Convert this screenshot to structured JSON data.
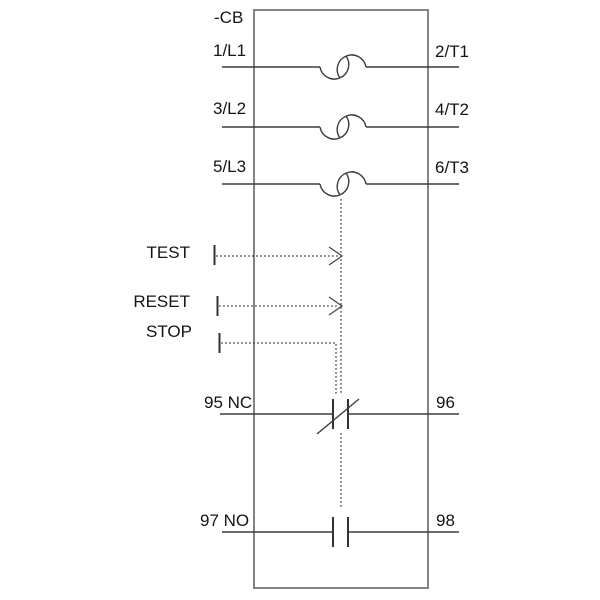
{
  "diagram": {
    "device_label": "-CB",
    "poles": [
      {
        "left_terminal": "1/L1",
        "right_terminal": "2/T1"
      },
      {
        "left_terminal": "3/L2",
        "right_terminal": "4/T2"
      },
      {
        "left_terminal": "5/L3",
        "right_terminal": "6/T3"
      }
    ],
    "actuators": [
      {
        "label": "TEST"
      },
      {
        "label": "RESET"
      },
      {
        "label": "STOP"
      }
    ],
    "aux_contacts": [
      {
        "left_terminal": "95 NC",
        "right_terminal": "96"
      },
      {
        "left_terminal": "97 NO",
        "right_terminal": "98"
      }
    ],
    "colors": {
      "background": "#ffffff",
      "wire": "#3c3c3c",
      "frame": "#6e6e6e",
      "text": "#141414"
    },
    "icons": {
      "thermal_element_icon": "interlocked-arcs",
      "nc_contact_icon": "break-contact-with-slash",
      "no_contact_icon": "make-contact-bars",
      "actuator_arrow_icon": "dashed-line-open-chevron",
      "linkage_line_icon": "dashed-mechanical-link"
    }
  }
}
